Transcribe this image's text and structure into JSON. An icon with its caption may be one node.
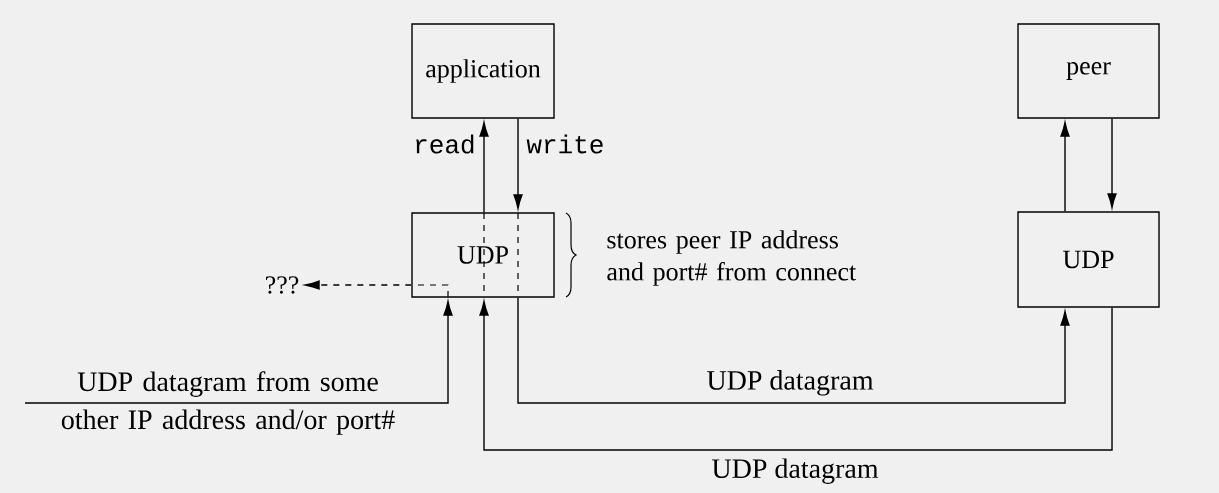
{
  "diagram": {
    "nodes": [
      {
        "text": [
          "application"
        ]
      },
      {
        "text": [
          "UDP"
        ],
        "beside": [
          "stores peer IP address and port# from connect"
        ]
      },
      {
        "text": [
          "peer"
        ]
      },
      {
        "text": [
          "UDP"
        ]
      },
      {
        "text": [
          "???"
        ]
      }
    ],
    "edges": [
      {
        "from": 1,
        "to": 0,
        "arrow": "to",
        "label": "read"
      },
      {
        "from": 0,
        "to": 1,
        "arrow": "to",
        "label": "write"
      },
      {
        "from": 1,
        "to": 3,
        "arrow": "to",
        "label": "UDP datagram"
      },
      {
        "from": 3,
        "to": 2,
        "arrow": "to"
      },
      {
        "from": 2,
        "to": 3,
        "arrow": "to"
      },
      {
        "from": 3,
        "to": 1,
        "arrow": "to",
        "label": "UDP datagram"
      },
      {
        "from": 1,
        "to": 4,
        "arrow": "to",
        "style": "dashed"
      },
      {
        "from": null,
        "to": 1,
        "arrow": "to",
        "label": "UDP datagram from some other IP address and/or port#"
      }
    ]
  }
}
